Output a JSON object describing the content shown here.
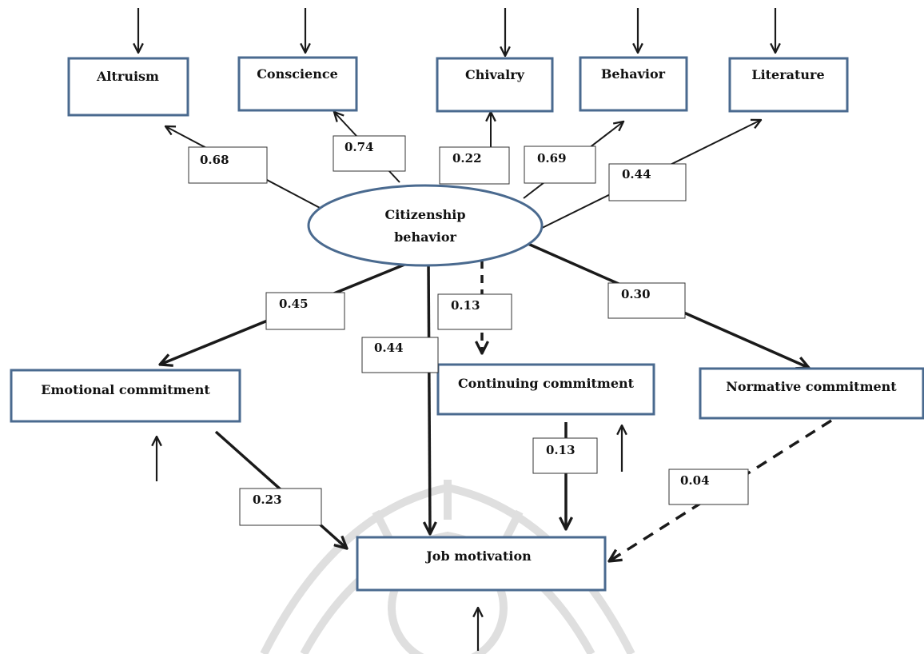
{
  "colors": {
    "node_border": "#4a6a8f",
    "line": "#1a1a1a",
    "background": "#ffffff",
    "watermark": "#d8d8d8"
  },
  "nodes": {
    "altruism": "Altruism",
    "conscience": "Conscience",
    "chivalry": "Chivalry",
    "behavior": "Behavior",
    "literature": "Literature",
    "citizenship_line1": "Citizenship",
    "citizenship_line2": "behavior",
    "emotional": "Emotional commitment",
    "continuing": "Continuing commitment",
    "normative": "Normative commitment",
    "job_motivation": "Job motivation"
  },
  "coefficients": {
    "altruism": "0.68",
    "conscience": "0.74",
    "chivalry": "0.22",
    "behavior": "0.69",
    "literature": "0.44",
    "emotional": "0.45",
    "job_direct": "0.44",
    "continuing": "0.13",
    "normative": "0.30",
    "emotional_to_job": "0.23",
    "continuing_to_job": "0.13",
    "normative_to_job": "0.04"
  },
  "edges": [
    {
      "from": "Citizenship behavior",
      "to": "Altruism",
      "value": 0.68,
      "style": "solid"
    },
    {
      "from": "Citizenship behavior",
      "to": "Conscience",
      "value": 0.74,
      "style": "solid"
    },
    {
      "from": "Citizenship behavior",
      "to": "Chivalry",
      "value": 0.22,
      "style": "solid"
    },
    {
      "from": "Citizenship behavior",
      "to": "Behavior",
      "value": 0.69,
      "style": "solid"
    },
    {
      "from": "Citizenship behavior",
      "to": "Literature",
      "value": 0.44,
      "style": "solid"
    },
    {
      "from": "Citizenship behavior",
      "to": "Emotional commitment",
      "value": 0.45,
      "style": "bold"
    },
    {
      "from": "Citizenship behavior",
      "to": "Job motivation",
      "value": 0.44,
      "style": "bold"
    },
    {
      "from": "Citizenship behavior",
      "to": "Continuing commitment",
      "value": 0.13,
      "style": "dashed"
    },
    {
      "from": "Citizenship behavior",
      "to": "Normative commitment",
      "value": 0.3,
      "style": "bold"
    },
    {
      "from": "Emotional commitment",
      "to": "Job motivation",
      "value": 0.23,
      "style": "bold"
    },
    {
      "from": "Continuing commitment",
      "to": "Job motivation",
      "value": 0.13,
      "style": "bold"
    },
    {
      "from": "Normative commitment",
      "to": "Job motivation",
      "value": 0.04,
      "style": "dashed"
    }
  ]
}
